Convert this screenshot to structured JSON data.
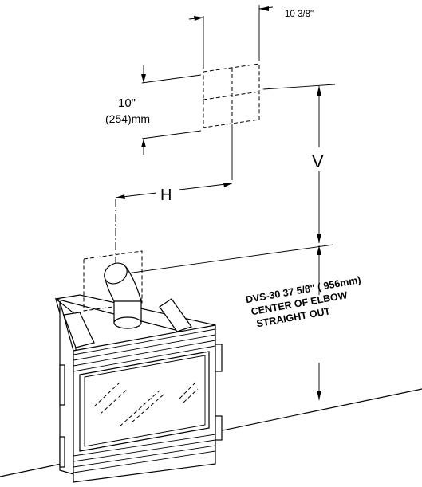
{
  "dimensions": {
    "top_width": "10 3/8\"",
    "vent_height_in": "10\"",
    "vent_height_mm": "(254)mm",
    "horizontal": "H",
    "vertical": "V"
  },
  "note": {
    "line1": "DVS-30 37 5/8\" ( 956mm)",
    "line2": "CENTER OF ELBOW",
    "line3": "STRAIGHT OUT"
  }
}
